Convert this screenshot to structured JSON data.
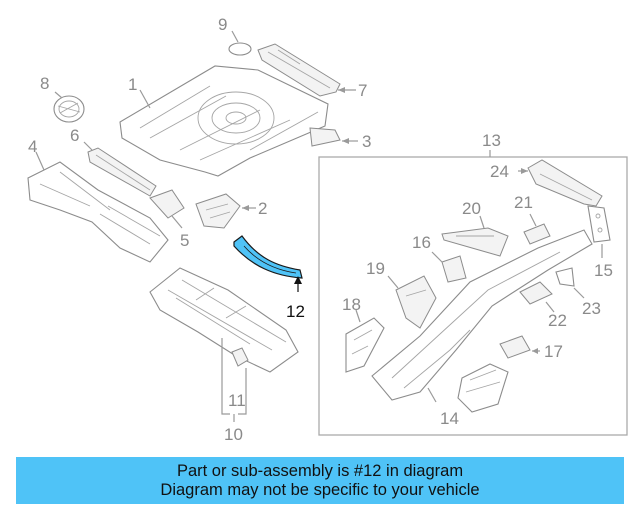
{
  "diagram": {
    "callouts": [
      {
        "id": "1",
        "label": "1"
      },
      {
        "id": "2",
        "label": "2"
      },
      {
        "id": "3",
        "label": "3"
      },
      {
        "id": "4",
        "label": "4"
      },
      {
        "id": "5",
        "label": "5"
      },
      {
        "id": "6",
        "label": "6"
      },
      {
        "id": "7",
        "label": "7"
      },
      {
        "id": "8",
        "label": "8"
      },
      {
        "id": "9",
        "label": "9"
      },
      {
        "id": "10",
        "label": "10"
      },
      {
        "id": "11",
        "label": "11"
      },
      {
        "id": "12",
        "label": "12"
      },
      {
        "id": "13",
        "label": "13"
      },
      {
        "id": "14",
        "label": "14"
      },
      {
        "id": "15",
        "label": "15"
      },
      {
        "id": "16",
        "label": "16"
      },
      {
        "id": "17",
        "label": "17"
      },
      {
        "id": "18",
        "label": "18"
      },
      {
        "id": "19",
        "label": "19"
      },
      {
        "id": "20",
        "label": "20"
      },
      {
        "id": "21",
        "label": "21"
      },
      {
        "id": "22",
        "label": "22"
      },
      {
        "id": "23",
        "label": "23"
      },
      {
        "id": "24",
        "label": "24"
      }
    ],
    "highlighted_part": "12",
    "highlight_color": "#4fc3f7",
    "line_color": "#8c8c8c"
  },
  "banner": {
    "line1": "Part or sub-assembly is #12 in diagram",
    "line2": "Diagram may not be specific to your vehicle",
    "background": "#4fc3f7"
  }
}
